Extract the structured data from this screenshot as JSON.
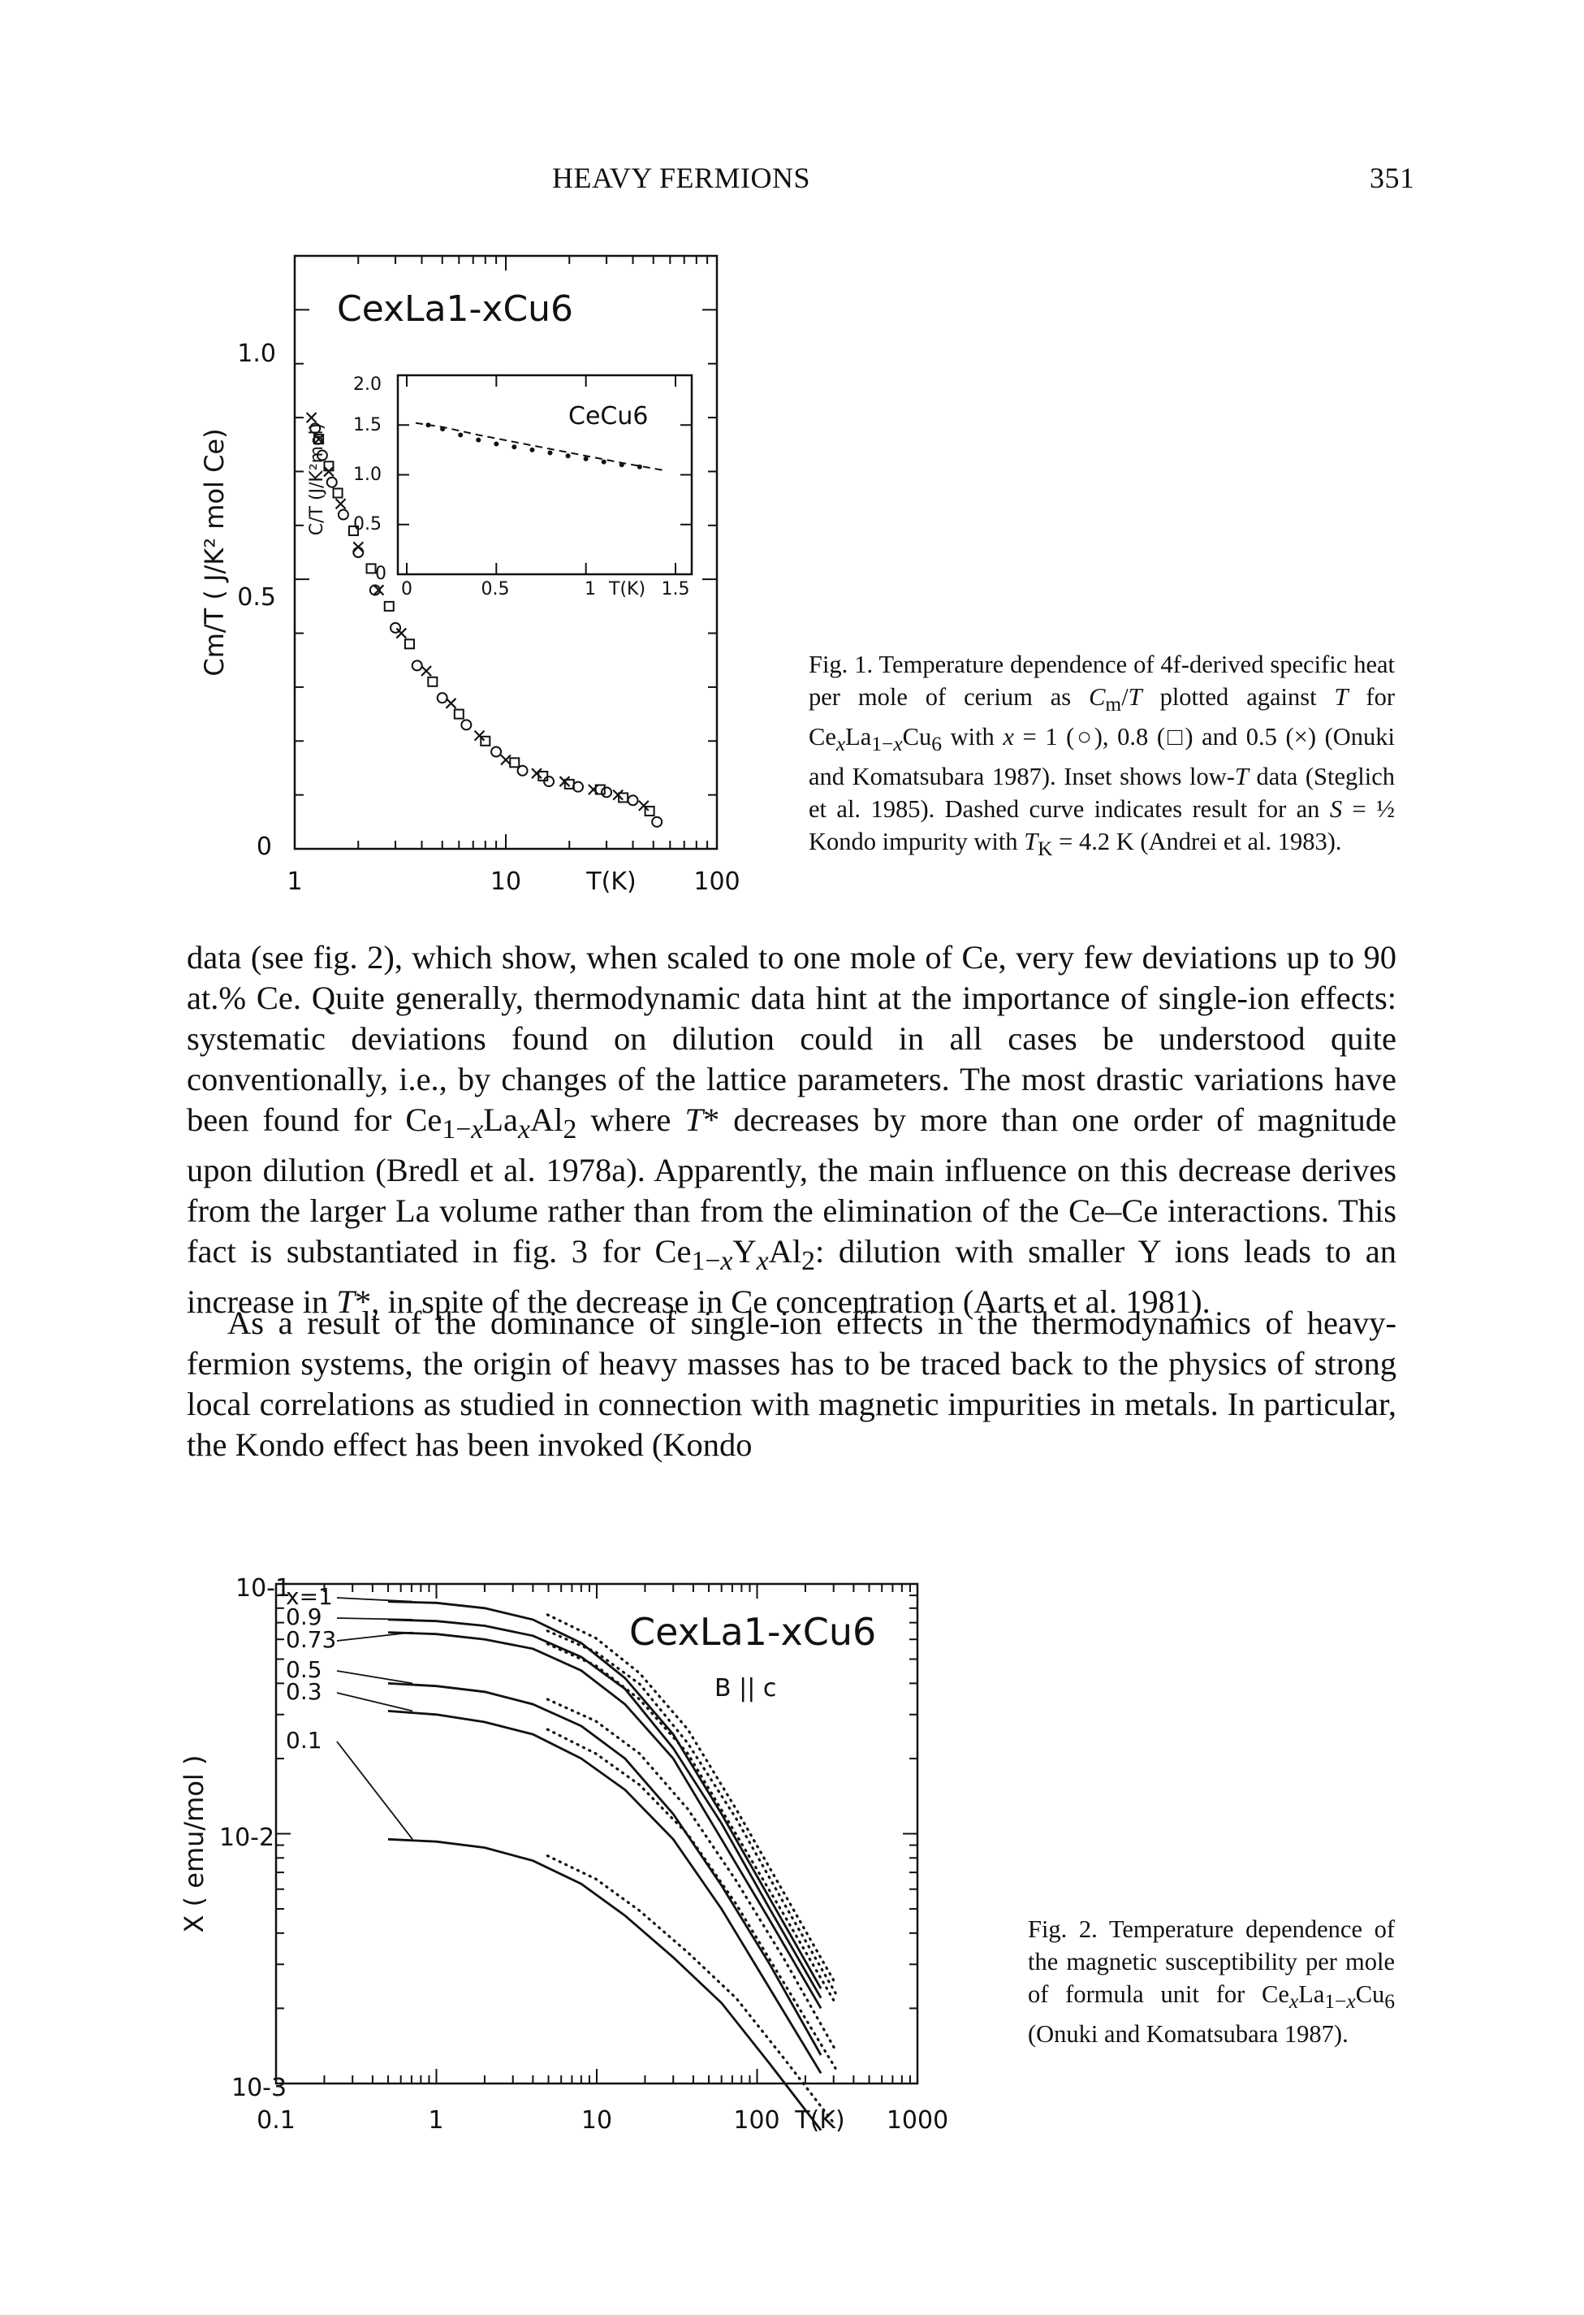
{
  "header": {
    "running_title": "HEAVY FERMIONS",
    "page_number": "351"
  },
  "figure1": {
    "chart_data": {
      "type": "scatter",
      "title": "CexLa1-xCu6",
      "xlabel": "T(K)",
      "ylabel": "Cm/T ( J/K² mol Ce)",
      "x_scale": "log",
      "xlim": [
        1,
        100
      ],
      "ylim": [
        0,
        1.1
      ],
      "x_ticks": [
        "1",
        "10",
        "100"
      ],
      "y_ticks": [
        "0",
        "0.5",
        "1.0"
      ],
      "series": [
        {
          "marker": "circle",
          "x": [
            1.25,
            1.35,
            1.5,
            1.7,
            2.0,
            2.4,
            3.0,
            3.8,
            5.0,
            6.5,
            9.0,
            12,
            16,
            22,
            30,
            40,
            52
          ],
          "y": [
            0.78,
            0.73,
            0.68,
            0.62,
            0.55,
            0.48,
            0.41,
            0.34,
            0.28,
            0.23,
            0.18,
            0.145,
            0.125,
            0.115,
            0.105,
            0.09,
            0.05
          ]
        },
        {
          "marker": "square",
          "x": [
            1.3,
            1.45,
            1.6,
            1.9,
            2.3,
            2.8,
            3.5,
            4.5,
            6.0,
            8.0,
            11,
            15,
            20,
            28,
            36,
            48
          ],
          "y": [
            0.76,
            0.71,
            0.66,
            0.59,
            0.52,
            0.45,
            0.38,
            0.31,
            0.25,
            0.2,
            0.16,
            0.135,
            0.12,
            0.11,
            0.095,
            0.07
          ]
        },
        {
          "marker": "cross",
          "x": [
            1.2,
            1.3,
            1.45,
            1.65,
            2.0,
            2.5,
            3.2,
            4.2,
            5.5,
            7.5,
            10,
            14,
            19,
            26,
            34,
            45
          ],
          "y": [
            0.8,
            0.76,
            0.7,
            0.64,
            0.56,
            0.48,
            0.4,
            0.33,
            0.27,
            0.21,
            0.165,
            0.14,
            0.125,
            0.11,
            0.1,
            0.08
          ]
        }
      ],
      "inset": {
        "label": "CeCu6",
        "xlabel": "T(K)",
        "ylabel": "C/T (J/K²mol)",
        "xlim": [
          0,
          1.5
        ],
        "ylim": [
          0,
          2.0
        ],
        "x_ticks": [
          "0",
          "0.5",
          "1",
          "1.5"
        ],
        "y_ticks": [
          "0",
          "0.5",
          "1.0",
          "1.5",
          "2.0"
        ],
        "data": {
          "x": [
            0.12,
            0.2,
            0.3,
            0.4,
            0.5,
            0.6,
            0.7,
            0.8,
            0.9,
            1.0,
            1.1,
            1.2,
            1.3
          ],
          "y": [
            1.5,
            1.46,
            1.4,
            1.35,
            1.31,
            1.28,
            1.25,
            1.22,
            1.19,
            1.16,
            1.13,
            1.1,
            1.08
          ]
        },
        "kondo_curve": {
          "x": [
            0.05,
            0.2,
            0.4,
            0.6,
            0.8,
            1.0,
            1.2,
            1.45
          ],
          "y": [
            1.52,
            1.48,
            1.4,
            1.33,
            1.26,
            1.19,
            1.12,
            1.04
          ]
        }
      }
    }
  },
  "caption1": {
    "html": "Fig. 1. Temperature dependence of 4f-derived specific heat per mole of cerium as <i>C</i><sub>m</sub>/<i>T</i> plotted against <i>T</i> for Ce<sub><i>x</i></sub>La<sub>1−<i>x</i></sub>Cu<sub>6</sub> with <i>x</i> = 1 (○), 0.8 (□) and 0.5 (×) (Onuki and Komatsubara 1987). Inset shows low-<i>T</i> data (Steglich et al. 1985). Dashed curve indicates result for an <i>S</i> = ½ Kondo impurity with <i>T</i><sub>K</sub> = 4.2 K (Andrei et al. 1983)."
  },
  "body": {
    "para1_html": "data (see fig. 2), which show, when scaled to one mole of Ce, very few deviations up to 90 at.% Ce. Quite generally, thermodynamic data hint at the importance of single-ion effects: systematic deviations found on dilution could in all cases be understood quite conventionally, i.e., by changes of the lattice parameters. The most drastic variations have been found for Ce<sub>1−<i>x</i></sub>La<sub><i>x</i></sub>Al<sub>2</sub> where <i>T</i>* decreases by more than one order of magnitude upon dilution (Bredl et al. 1978a). Apparently, the main influence on this decrease derives from the larger La volume rather than from the elimination of the Ce–Ce interactions. This fact is substantiated in fig. 3 for Ce<sub>1−<i>x</i></sub>Y<sub><i>x</i></sub>Al<sub>2</sub>: dilution with smaller Y ions leads to an increase in <i>T</i>*, in spite of the decrease in Ce concentration (Aarts et al. 1981).",
    "para2_html": "As a result of the dominance of single-ion effects in the thermodynamics of heavy-fermion systems, the origin of heavy masses has to be traced back to the physics of strong local correlations as studied in connection with magnetic impurities in metals. In particular, the Kondo effect has been invoked (Kondo"
  },
  "figure2": {
    "chart_data": {
      "type": "line",
      "title": "CexLa1-xCu6",
      "subtitle": "B || c",
      "xlabel": "T(K)",
      "ylabel": "X ( emu/mol )",
      "x_scale": "log",
      "y_scale": "log",
      "xlim": [
        0.1,
        1000
      ],
      "ylim": [
        0.001,
        0.1
      ],
      "x_ticks": [
        "0.1",
        "1",
        "10",
        "100",
        "1000"
      ],
      "y_ticks": [
        "10-1",
        "10-2",
        "10-3"
      ],
      "series": [
        {
          "name": "x=1",
          "x": [
            0.5,
            1,
            2,
            4,
            8,
            15,
            30,
            60,
            120,
            250
          ],
          "y": [
            0.085,
            0.084,
            0.08,
            0.072,
            0.058,
            0.042,
            0.025,
            0.012,
            0.0055,
            0.0024
          ]
        },
        {
          "name": "0.9",
          "x": [
            0.5,
            1,
            2,
            4,
            8,
            15,
            30,
            60,
            120,
            250
          ],
          "y": [
            0.072,
            0.071,
            0.068,
            0.062,
            0.051,
            0.038,
            0.022,
            0.011,
            0.005,
            0.0022
          ]
        },
        {
          "name": "0.73",
          "x": [
            0.5,
            1,
            2,
            4,
            8,
            15,
            30,
            60,
            120,
            250
          ],
          "y": [
            0.064,
            0.063,
            0.06,
            0.055,
            0.045,
            0.033,
            0.02,
            0.0095,
            0.0045,
            0.002
          ]
        },
        {
          "name": "0.5",
          "x": [
            0.5,
            1,
            2,
            4,
            8,
            15,
            30,
            60,
            120,
            250
          ],
          "y": [
            0.04,
            0.039,
            0.037,
            0.033,
            0.027,
            0.02,
            0.012,
            0.0062,
            0.003,
            0.0013
          ]
        },
        {
          "name": "0.3",
          "x": [
            0.5,
            1,
            2,
            4,
            8,
            15,
            30,
            60,
            120,
            250
          ],
          "y": [
            0.031,
            0.03,
            0.028,
            0.025,
            0.02,
            0.015,
            0.0095,
            0.005,
            0.0024,
            0.0011
          ]
        },
        {
          "name": "0.1",
          "x": [
            0.5,
            1,
            2,
            4,
            8,
            15,
            30,
            60,
            120,
            250
          ],
          "y": [
            0.0095,
            0.0093,
            0.0088,
            0.0078,
            0.0063,
            0.0047,
            0.0032,
            0.0021,
            0.0012,
            0.00065
          ]
        }
      ]
    }
  },
  "caption2": {
    "html": "Fig. 2. Temperature dependence of the magnetic susceptibility per mole of formula unit for Ce<sub><i>x</i></sub>La<sub>1−<i>x</i></sub>Cu<sub>6</sub> (Onuki and Komatsubara 1987)."
  }
}
